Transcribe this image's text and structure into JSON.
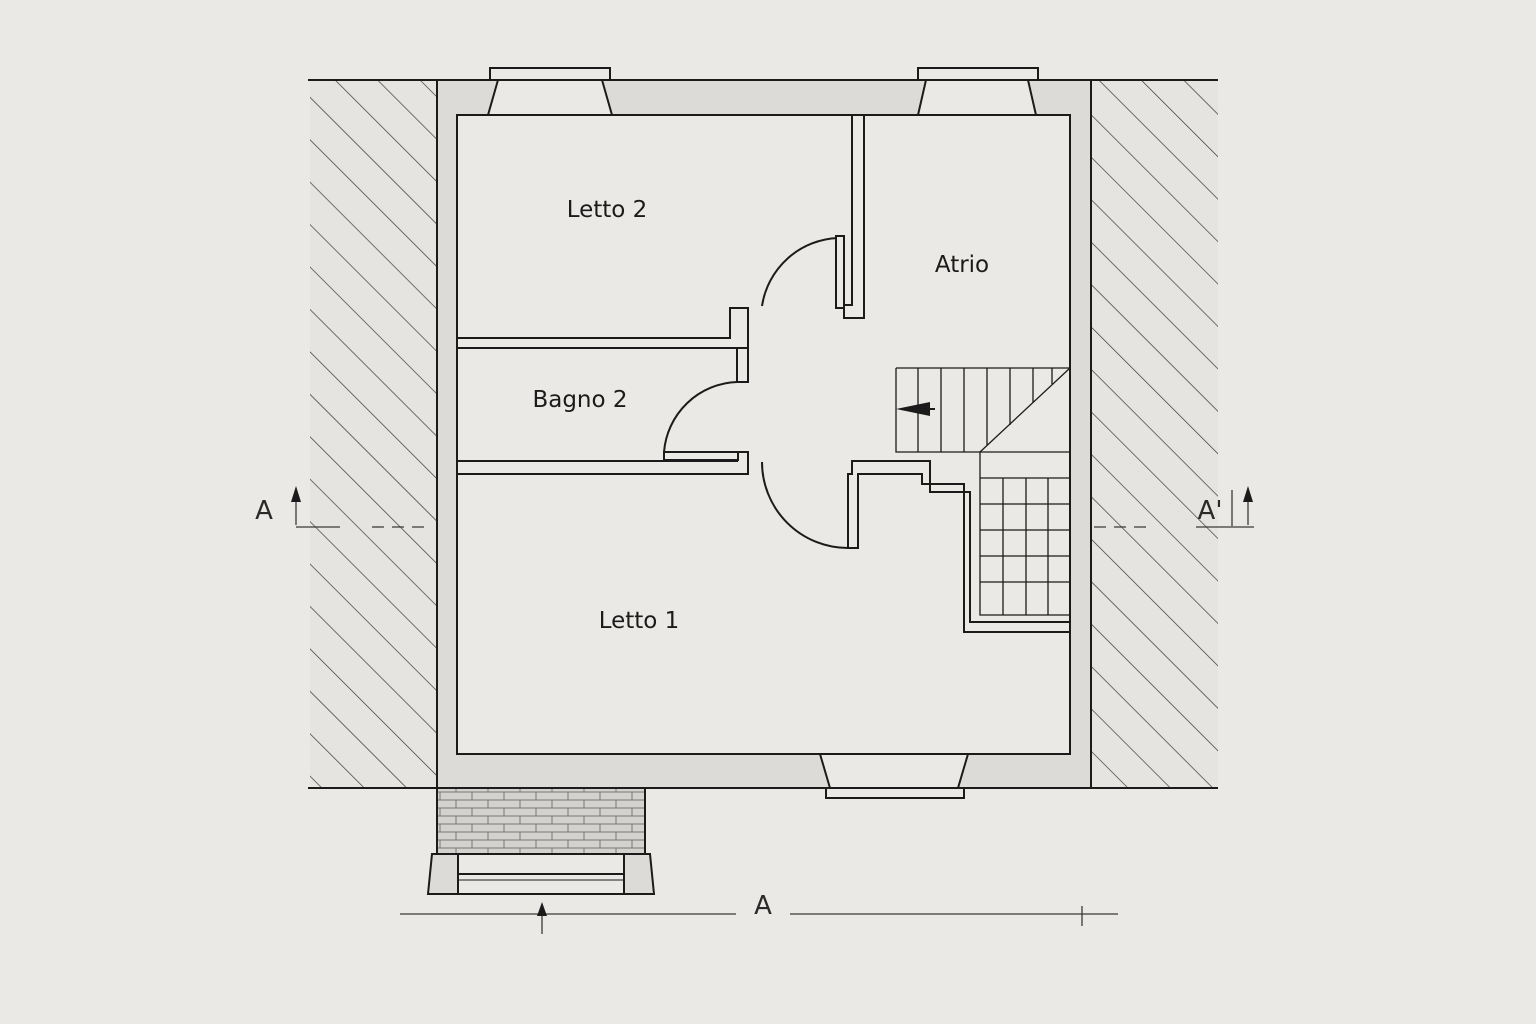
{
  "plan": {
    "rooms": {
      "letto2": "Letto 2",
      "atrio": "Atrio",
      "bagno2": "Bagno 2",
      "letto1": "Letto 1"
    },
    "section_marks": {
      "left": "A",
      "right": "A'",
      "bottom": "A"
    }
  },
  "colors": {
    "paper": "#ebe9e6",
    "ink": "#1b1b1b",
    "wall_fill": "#dddbd8"
  }
}
